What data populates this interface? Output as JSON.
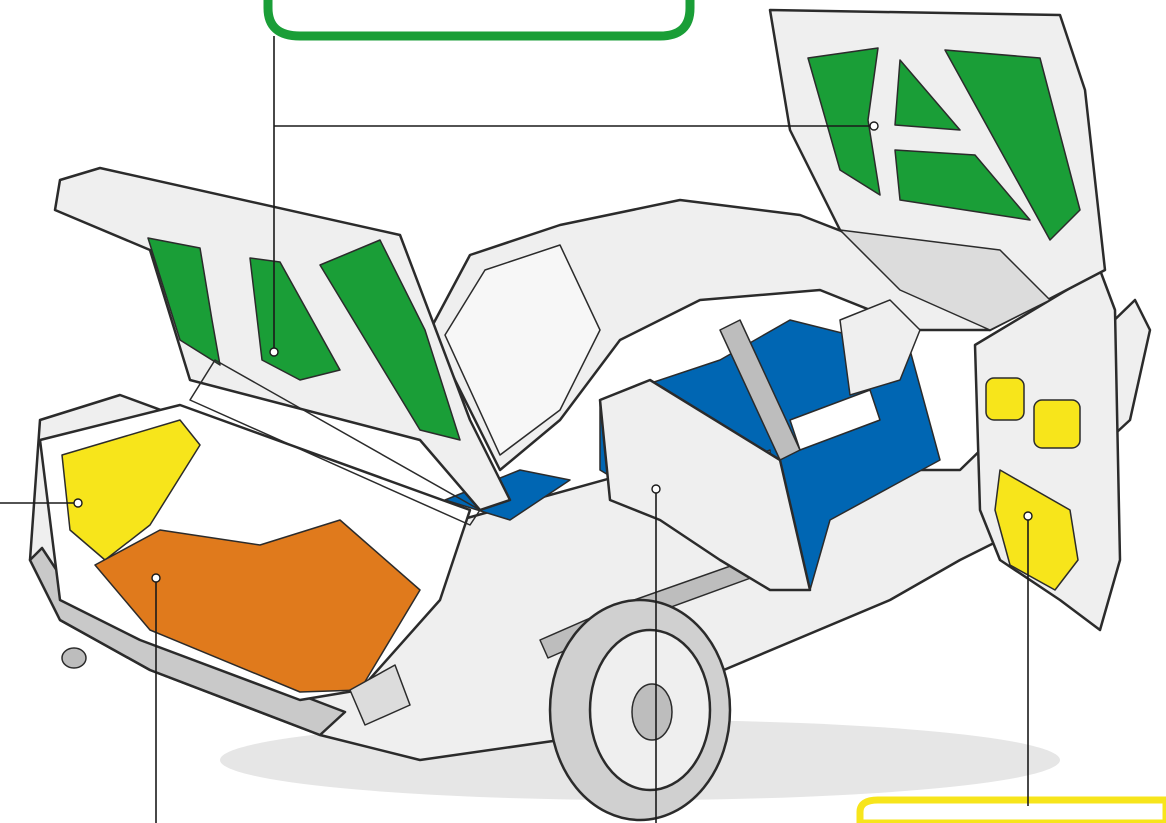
{
  "diagram": {
    "colors": {
      "hood_insulation": "#1a9e37",
      "trunk_side_and_door_panels": "#f7e51b",
      "trunk_floor": "#e07a1c",
      "cabin_floor": "#0066b3",
      "body": "#efefef",
      "body_shadow": "#c9c9c9",
      "callout_frame_green": "#1a9e37",
      "callout_frame_yellow": "#f7e51b"
    },
    "regions": [
      {
        "name": "hood-and-trunk-lid-insulation",
        "color": "green"
      },
      {
        "name": "trunk-side-panels",
        "color": "yellow"
      },
      {
        "name": "trunk-floor",
        "color": "orange"
      },
      {
        "name": "cabin-floor",
        "color": "blue"
      },
      {
        "name": "door-panels",
        "color": "yellow"
      }
    ]
  }
}
